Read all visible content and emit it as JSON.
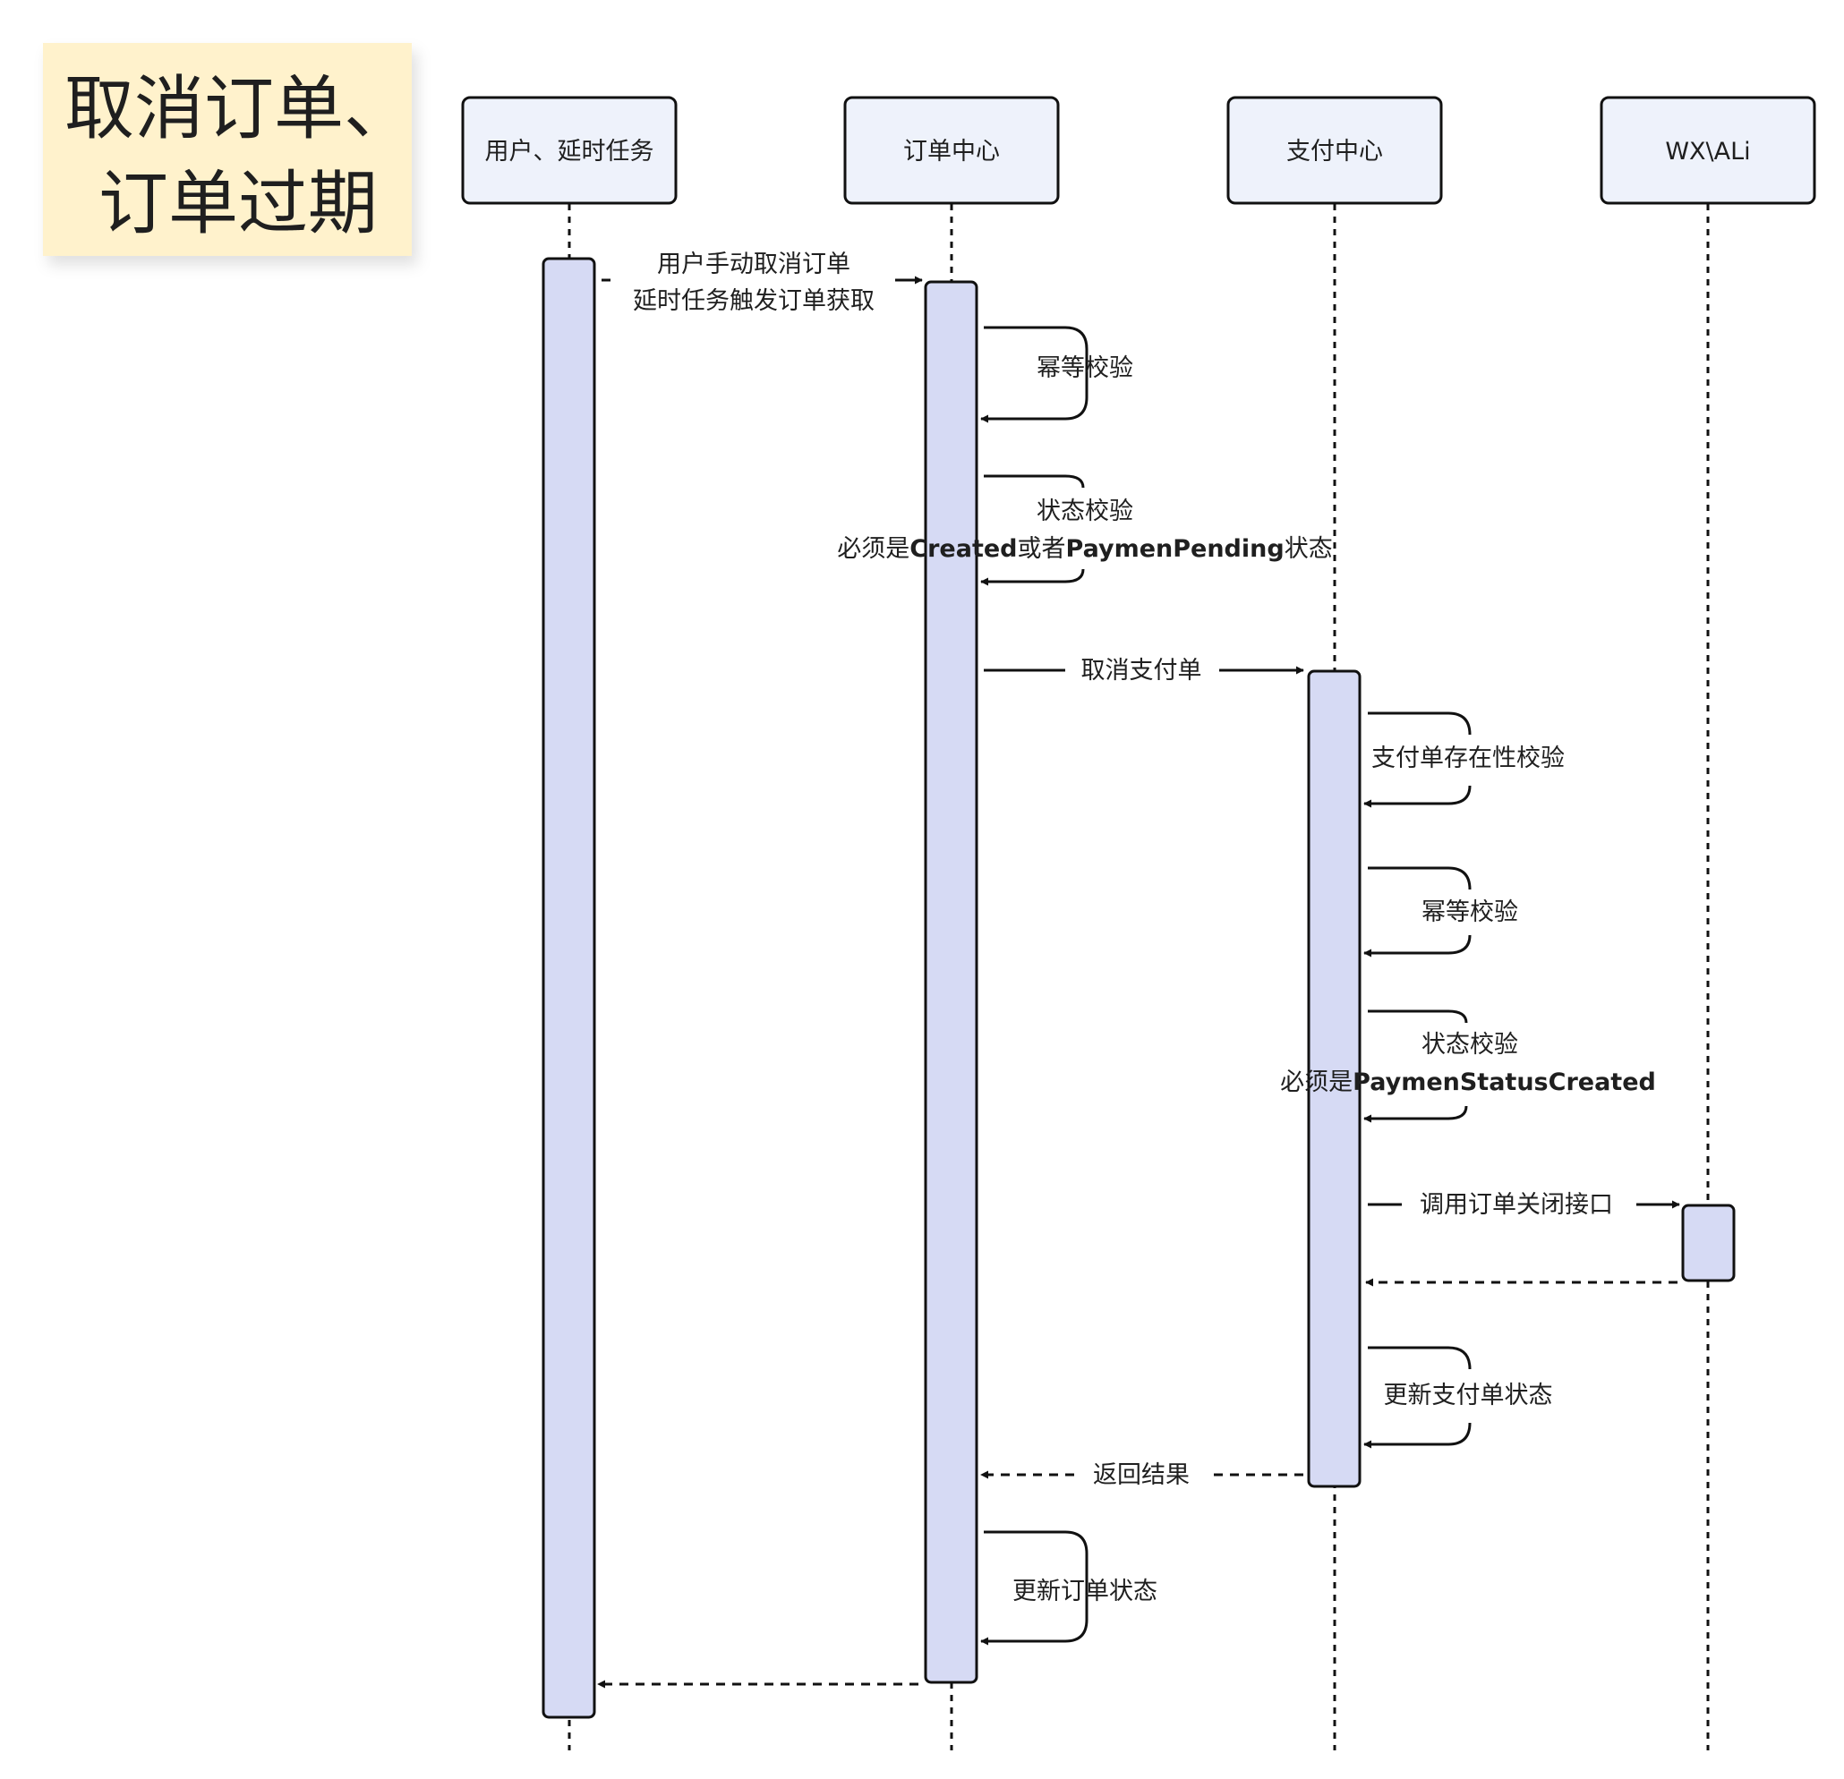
{
  "title_note": {
    "line1": "取消订单、",
    "line2": "订单过期",
    "color": "#FFF2CC"
  },
  "participants": [
    {
      "id": "user",
      "label": "用户、延时任务"
    },
    {
      "id": "order",
      "label": "订单中心"
    },
    {
      "id": "pay",
      "label": "支付中心"
    },
    {
      "id": "wx",
      "label": "WX\\ALi"
    }
  ],
  "colors": {
    "participant_fill": "#EEF2FB",
    "activation_fill": "#D6DAF4",
    "stroke": "#111111"
  },
  "messages": {
    "m1": {
      "line1": "用户手动取消订单",
      "line2": "延时任务触发订单获取"
    },
    "m2": {
      "label": "幂等校验"
    },
    "m3": {
      "line1": "状态校验",
      "line2_prefix": "必须是",
      "line2_bold1": "Created",
      "line2_mid": "或者",
      "line2_bold2": "PaymenPending",
      "line2_suffix": "状态"
    },
    "m4": {
      "label": "取消支付单"
    },
    "m5": {
      "label": "支付单存在性校验"
    },
    "m6": {
      "label": "幂等校验"
    },
    "m7": {
      "line1": "状态校验",
      "line2_prefix": "必须是",
      "line2_bold": "PaymenStatusCreated"
    },
    "m8": {
      "label": "调用订单关闭接口"
    },
    "m9": {
      "label": "更新支付单状态"
    },
    "m10": {
      "label": "返回结果"
    },
    "m11": {
      "label": "更新订单状态"
    }
  }
}
